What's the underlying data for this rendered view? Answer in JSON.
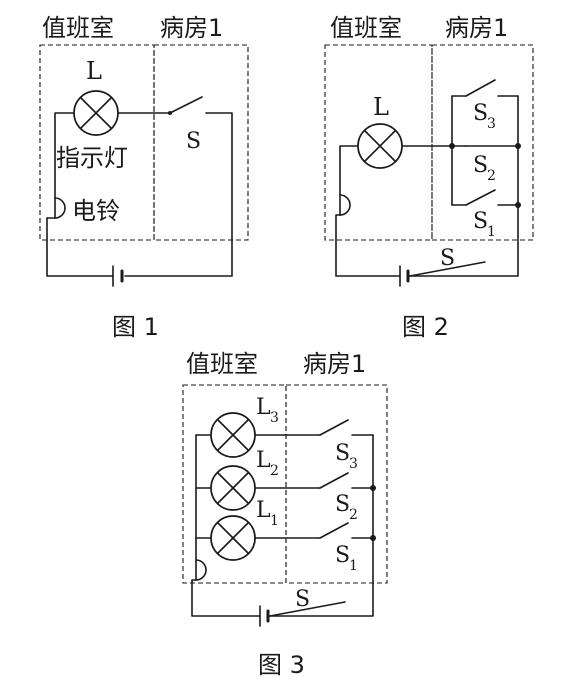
{
  "figure1": {
    "caption": "图 1",
    "room_duty": "值班室",
    "room_ward": "病房1",
    "lamp_label": "L",
    "indicator_label": "指示灯",
    "bell_label": "电铃",
    "switch_label": "S"
  },
  "figure2": {
    "caption": "图 2",
    "room_duty": "值班室",
    "room_ward": "病房1",
    "lamp_label": "L",
    "switch_s3": "S",
    "switch_s3_sub": "3",
    "switch_s2": "S",
    "switch_s2_sub": "2",
    "switch_s1": "S",
    "switch_s1_sub": "1",
    "main_switch": "S"
  },
  "figure3": {
    "caption": "图 3",
    "room_duty": "值班室",
    "room_ward": "病房1",
    "lamp3": "L",
    "lamp3_sub": "3",
    "lamp2": "L",
    "lamp2_sub": "2",
    "lamp1": "L",
    "lamp1_sub": "1",
    "switch_s3": "S",
    "switch_s3_sub": "3",
    "switch_s2": "S",
    "switch_s2_sub": "2",
    "switch_s1": "S",
    "switch_s1_sub": "1",
    "main_switch": "S"
  }
}
